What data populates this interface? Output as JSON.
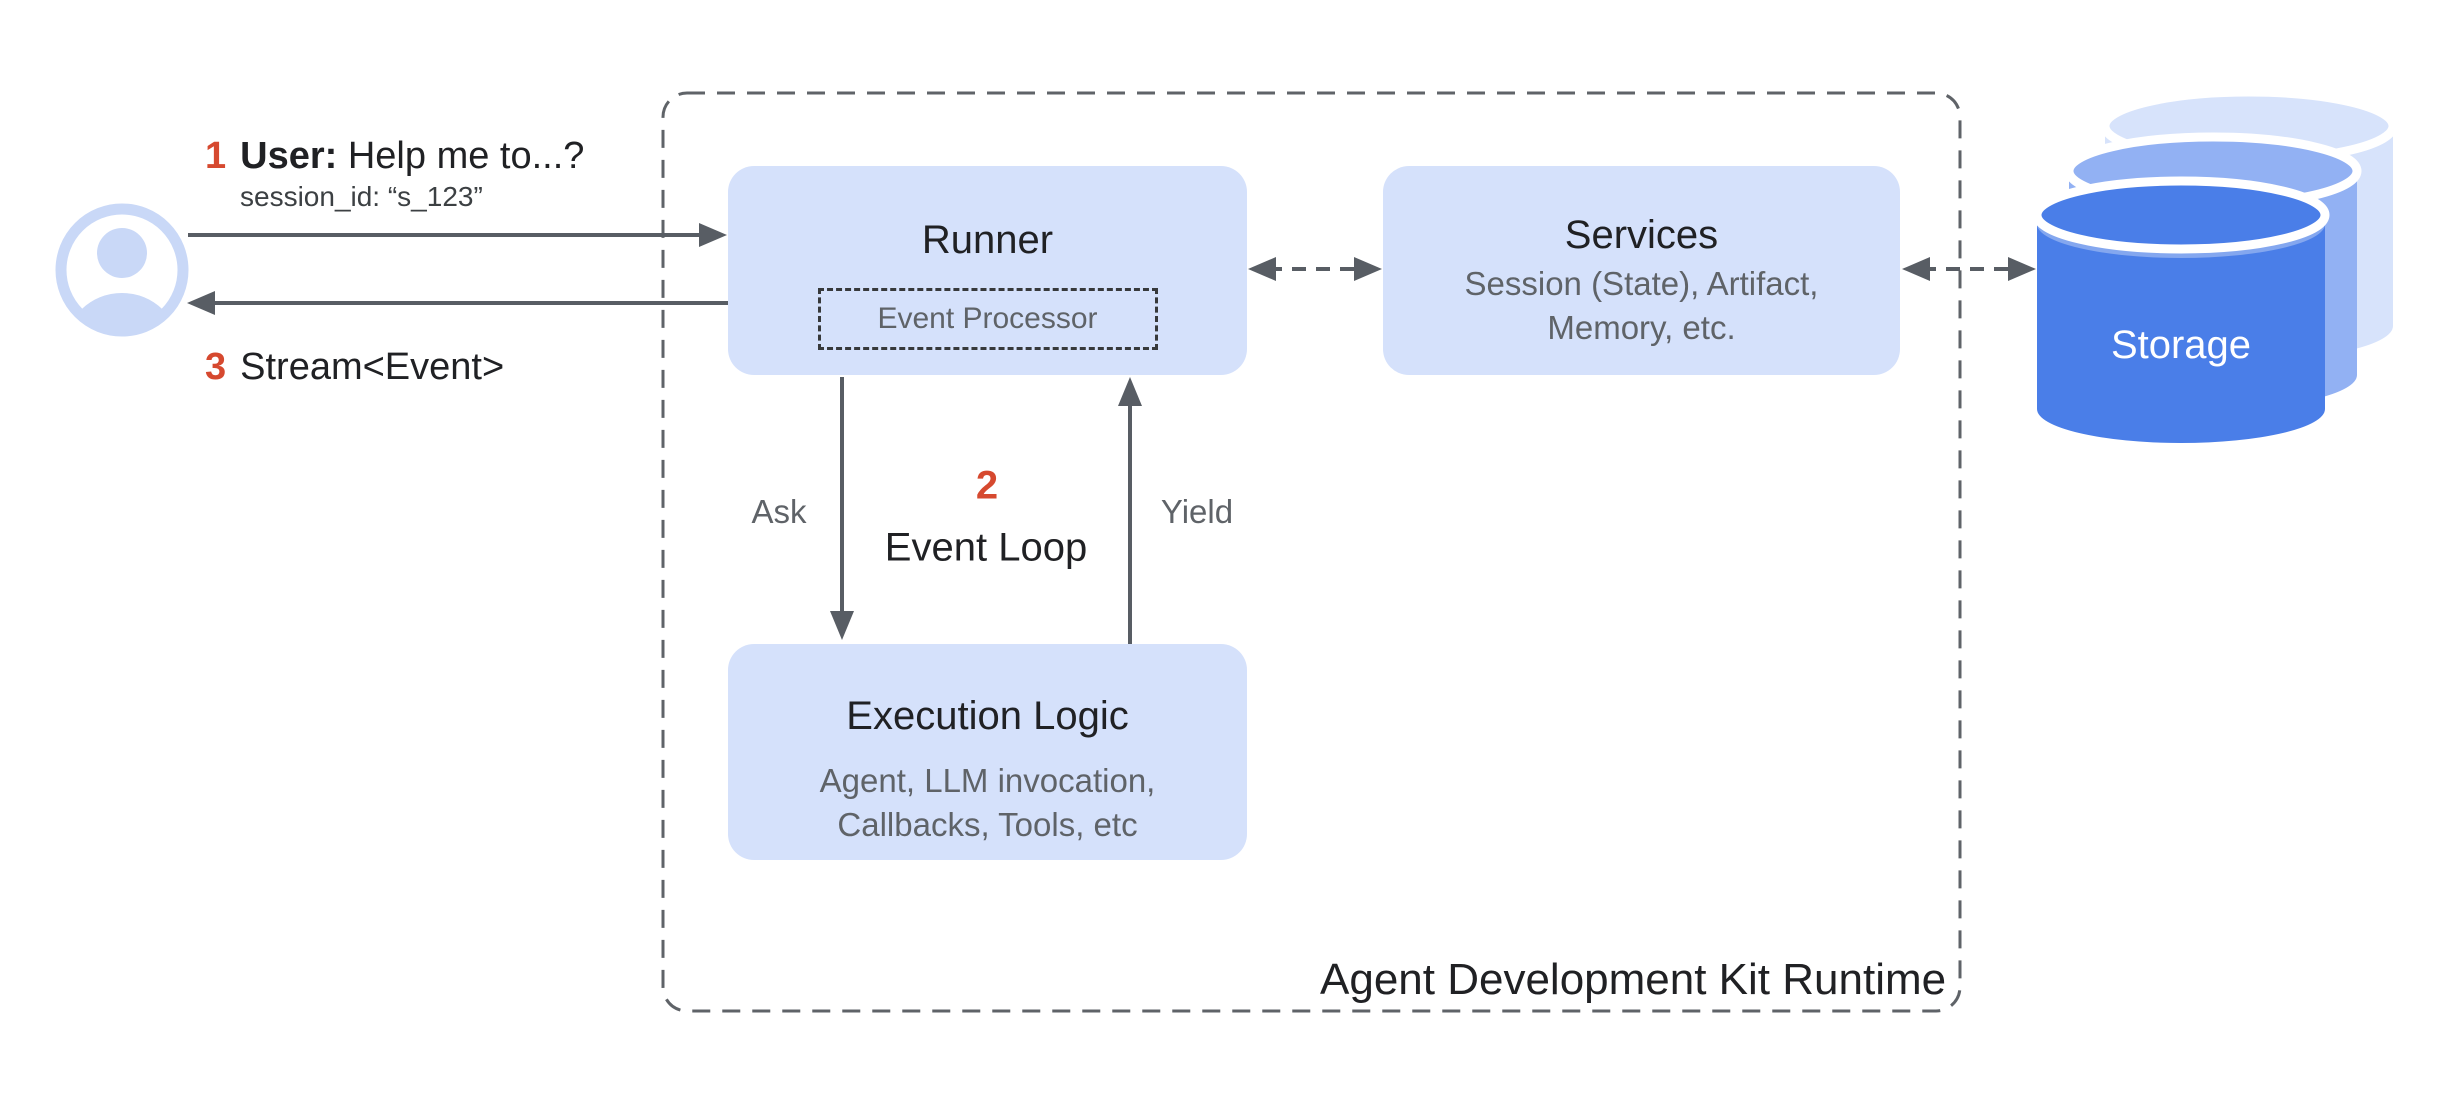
{
  "annotations": {
    "step1": {
      "number": "1",
      "speaker": "User:",
      "text": "Help me to...?",
      "session": "session_id: “s_123”"
    },
    "step2": {
      "number": "2",
      "label": "Event Loop",
      "ask": "Ask",
      "yield": "Yield"
    },
    "step3": {
      "number": "3",
      "text": "Stream<Event>"
    }
  },
  "container": {
    "label": "Agent Development Kit Runtime"
  },
  "nodes": {
    "runner": {
      "title": "Runner",
      "inner": "Event Processor"
    },
    "services": {
      "title": "Services",
      "lines": [
        "Session (State), Artifact,",
        "Memory, etc."
      ]
    },
    "execution": {
      "title": "Execution Logic",
      "lines": [
        "Agent, LLM invocation,",
        "Callbacks, Tools, etc"
      ]
    },
    "storage": {
      "label": "Storage"
    }
  },
  "colors": {
    "box_fill": "#D5E1FB",
    "accent_red": "#D6492F",
    "arrow_gray": "#585D64",
    "dash_gray": "#5F6368",
    "title_dark": "#202124",
    "subtitle_gray": "#5F6368",
    "cyl_front": "#4A7EE8",
    "cyl_rim": "#84A7EF",
    "cyl_middle": "#92B1F3",
    "cyl_back": "#D7E3FB",
    "avatar_blue": "#C9D8F7"
  }
}
